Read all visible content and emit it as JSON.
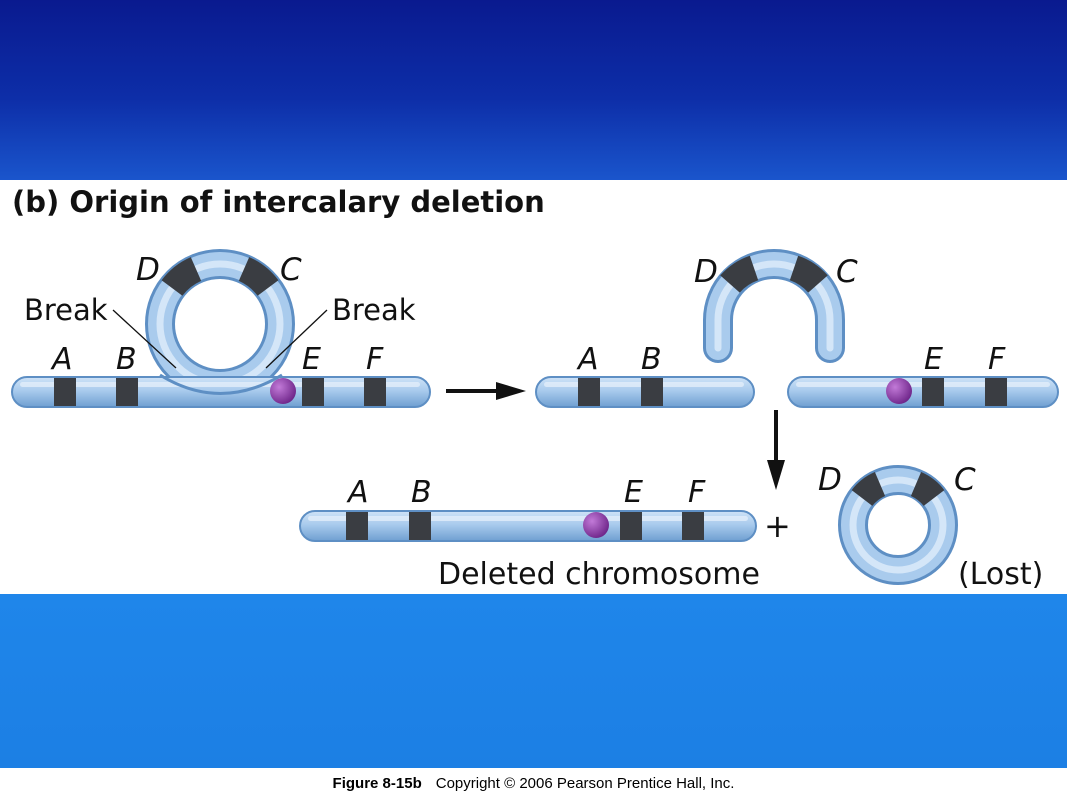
{
  "diagram": {
    "title": "(b) Origin of intercalary deletion",
    "loop_labels": {
      "d": "D",
      "c": "C",
      "break_left": "Break",
      "break_right": "Break"
    },
    "loop_chromosome": {
      "a": "A",
      "b": "B",
      "e": "E",
      "f": "F"
    },
    "broken_arc": {
      "d": "D",
      "c": "C"
    },
    "broken_left": {
      "a": "A",
      "b": "B"
    },
    "broken_right": {
      "e": "E",
      "f": "F"
    },
    "deleted": {
      "a": "A",
      "b": "B",
      "e": "E",
      "f": "F",
      "label": "Deleted chromosome"
    },
    "plus": "+",
    "ring": {
      "d": "D",
      "c": "C",
      "label": "(Lost)"
    },
    "colors": {
      "chromosome": "#a6c8ea",
      "outline": "#5e8fc4",
      "band": "#3a3d42",
      "centromere": "#8b3aa8"
    }
  },
  "caption": {
    "figure": "Figure 8-15b",
    "copyright": "Copyright © 2006 Pearson Prentice Hall, Inc."
  }
}
